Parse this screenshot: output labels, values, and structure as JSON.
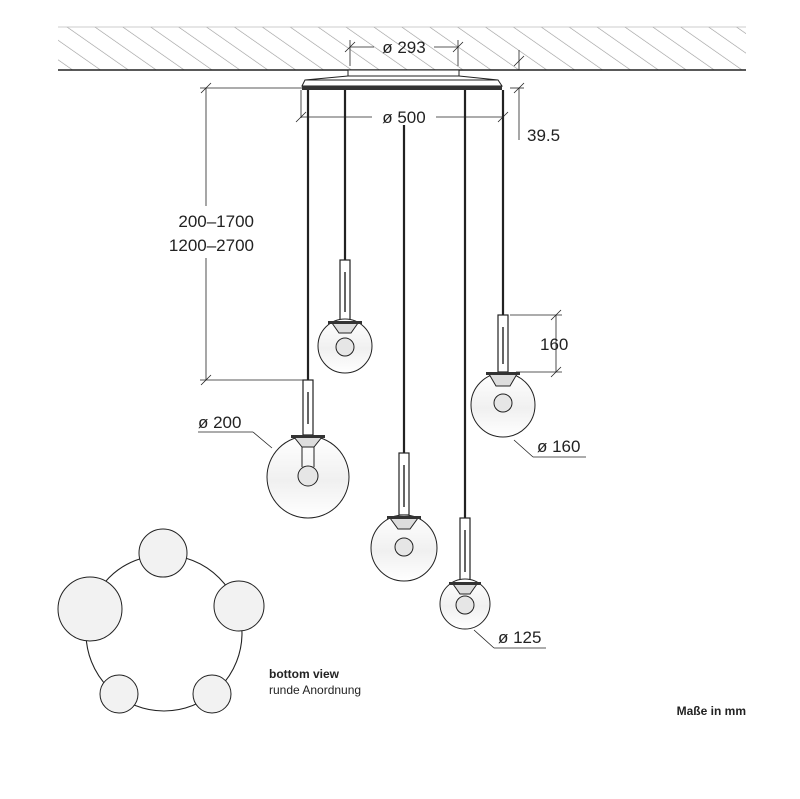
{
  "dimensions": {
    "canopy_plate_diameter": "ø 293",
    "canopy_diameter": "ø 500",
    "canopy_height": "39.5",
    "suspension_length_short": "200–1700",
    "suspension_length_long": "1200–2700",
    "socket_height": "160",
    "globe_large": "ø 200",
    "globe_medium": "ø 160",
    "globe_small": "ø 125"
  },
  "bottom_view": {
    "title": "bottom view",
    "subtitle": "runde Anordnung"
  },
  "units_note": "Maße in mm",
  "colors": {
    "line": "#222222",
    "ceiling_hatch": "#999999",
    "glass_fill": "#f3f3f3",
    "bulb_fill": "#e6e6e6"
  }
}
